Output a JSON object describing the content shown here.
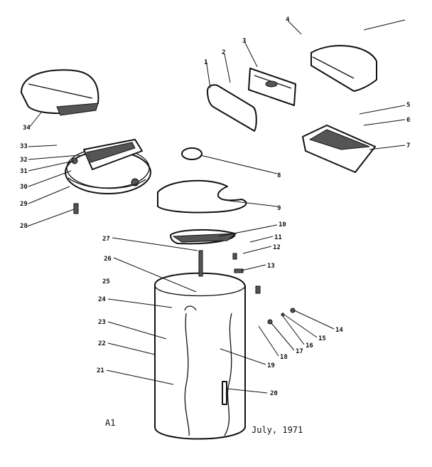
{
  "diagram": {
    "labels": [
      "1",
      "2",
      "3",
      "4",
      "5",
      "6",
      "7",
      "8",
      "9",
      "10",
      "11",
      "12",
      "13",
      "14",
      "15",
      "16",
      "17",
      "18",
      "19",
      "20",
      "21",
      "22",
      "23",
      "24",
      "25",
      "26",
      "27",
      "28",
      "29",
      "30",
      "31",
      "32",
      "33",
      "34"
    ],
    "figure_id": "A1",
    "date": "July, 1971"
  },
  "colors": {
    "ink": "#111111",
    "paper": "#ffffff"
  }
}
